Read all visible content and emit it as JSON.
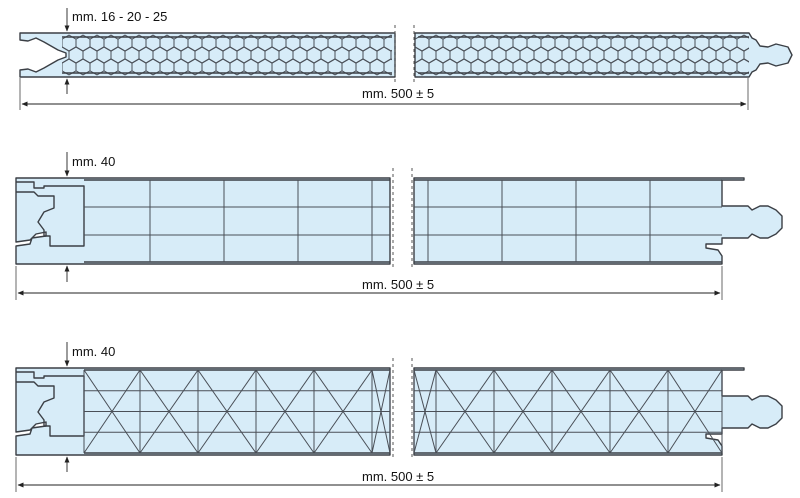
{
  "colors": {
    "panel_fill": "#d7ecf8",
    "outline": "#3b3f45",
    "background": "#ffffff"
  },
  "panels": [
    {
      "id": "honeycomb",
      "thickness_label": "mm. 16 - 20 - 25",
      "width_label": "mm. 500 ± 5"
    },
    {
      "id": "rectangular",
      "thickness_label": "mm. 40",
      "width_label": "mm. 500 ± 5"
    },
    {
      "id": "triangular",
      "thickness_label": "mm. 40",
      "width_label": "mm. 500 ± 5"
    }
  ]
}
